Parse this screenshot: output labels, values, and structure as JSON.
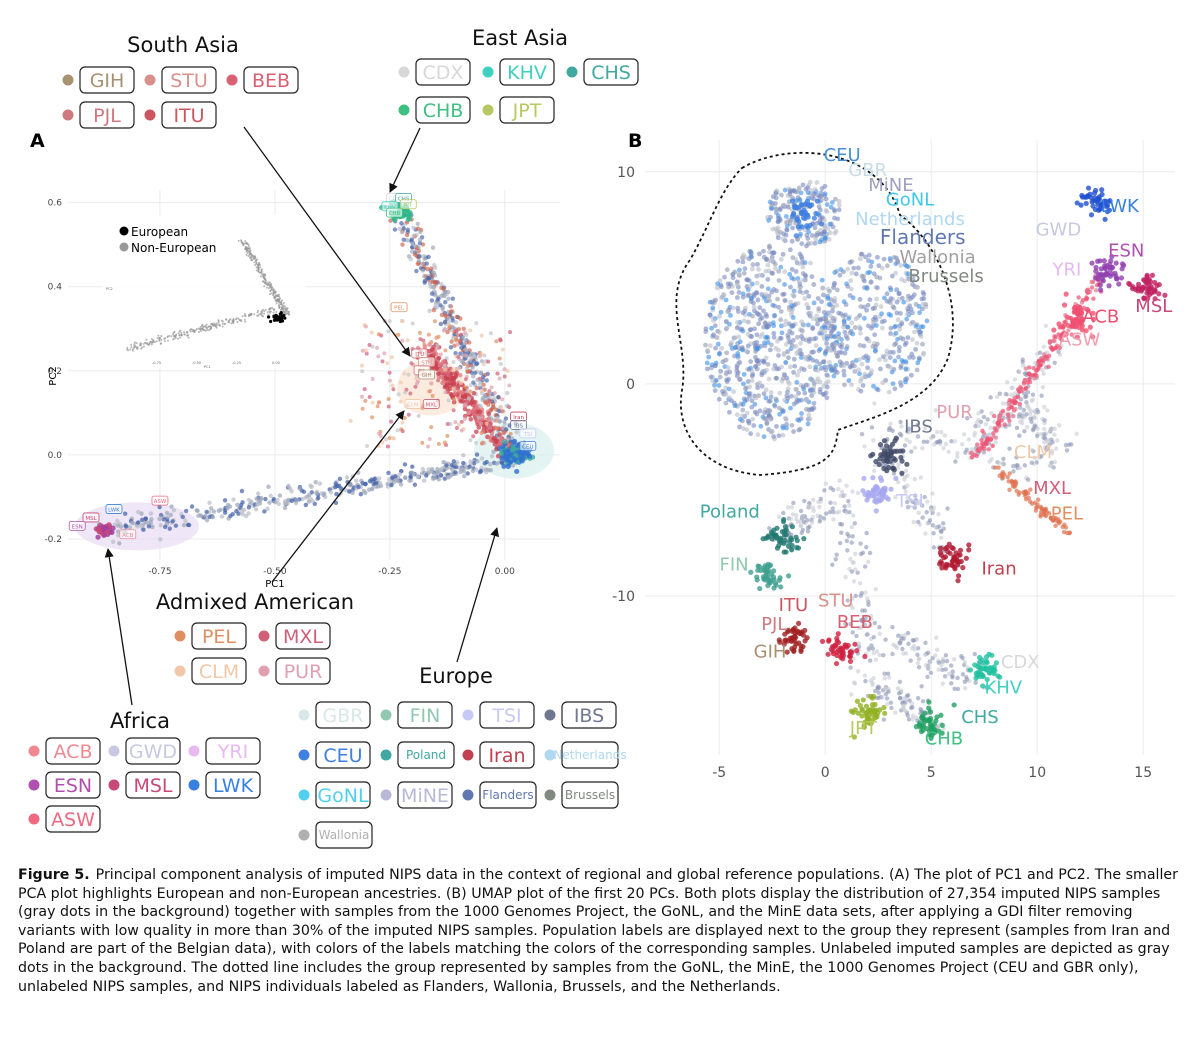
{
  "caption": {
    "label": "Figure 5.",
    "text": "Principal component analysis of imputed NIPS data in the context of regional and global reference populations. (A) The plot of PC1 and PC2. The smaller PCA plot highlights European and non-European ancestries. (B) UMAP plot of the first 20 PCs. Both plots display the distribution of 27,354 imputed NIPS samples (gray dots in the background) together with samples from the 1000 Genomes Project, the GoNL, and the MinE data sets, after applying a GDI filter removing variants with low quality in more than 30% of the imputed NIPS samples. Population labels are displayed next to the group they represent (samples from Iran and Poland are part of the Belgian data), with colors of the labels matching the colors of the corresponding samples. Unlabeled imputed samples are depicted as gray dots in the background. The dotted line includes the group represented by samples from the GoNL, the MinE, the 1000 Genomes Project (CEU and GBR only), unlabeled NIPS samples, and NIPS individuals labeled as Flanders, Wallonia, Brussels, and the Netherlands."
  },
  "panels": {
    "a": "A",
    "b": "B"
  },
  "legend_groups": [
    {
      "title": "South Asia",
      "items": [
        {
          "code": "GIH",
          "color": "#a89070"
        },
        {
          "code": "STU",
          "color": "#d9908a"
        },
        {
          "code": "BEB",
          "color": "#d96070"
        },
        {
          "code": "PJL",
          "color": "#d07880"
        },
        {
          "code": "ITU",
          "color": "#cc5560"
        }
      ]
    },
    {
      "title": "East Asia",
      "items": [
        {
          "code": "CDX",
          "color": "#d8d8d8"
        },
        {
          "code": "KHV",
          "color": "#40d0c0"
        },
        {
          "code": "CHS",
          "color": "#40a8a0"
        },
        {
          "code": "CHB",
          "color": "#40c080"
        },
        {
          "code": "JPT",
          "color": "#b8c860"
        }
      ]
    },
    {
      "title": "Admixed American",
      "items": [
        {
          "code": "PEL",
          "color": "#e09060"
        },
        {
          "code": "MXL",
          "color": "#d06078"
        },
        {
          "code": "CLM",
          "color": "#f0c8a8"
        },
        {
          "code": "PUR",
          "color": "#e0a0b0"
        }
      ]
    },
    {
      "title": "Africa",
      "items": [
        {
          "code": "ACB",
          "color": "#f08890"
        },
        {
          "code": "GWD",
          "color": "#c8c8e0"
        },
        {
          "code": "YRI",
          "color": "#e8b8f0"
        },
        {
          "code": "ESN",
          "color": "#b050b0"
        },
        {
          "code": "MSL",
          "color": "#c84878"
        },
        {
          "code": "LWK",
          "color": "#3880e0"
        },
        {
          "code": "ASW",
          "color": "#f06880"
        }
      ]
    },
    {
      "title": "Europe",
      "items": [
        {
          "code": "GBR",
          "color": "#d8e8e8"
        },
        {
          "code": "FIN",
          "color": "#90c8b0"
        },
        {
          "code": "TSI",
          "color": "#c8c8f8"
        },
        {
          "code": "IBS",
          "color": "#707890"
        },
        {
          "code": "CEU",
          "color": "#4080e0"
        },
        {
          "code": "Poland",
          "color": "#40a8a0"
        },
        {
          "code": "Iran",
          "color": "#c04050"
        },
        {
          "code": "Netherlands",
          "color": "#b0d8f0"
        },
        {
          "code": "GoNL",
          "color": "#50d0f0"
        },
        {
          "code": "MiNE",
          "color": "#b8b8d8"
        },
        {
          "code": "Flanders",
          "color": "#6078b0"
        },
        {
          "code": "Brussels",
          "color": "#808880"
        },
        {
          "code": "Wallonia",
          "color": "#b0b0b0"
        }
      ]
    }
  ],
  "chart_data": [
    {
      "type": "scatter",
      "panel": "A",
      "title": "",
      "xlabel": "PC1",
      "ylabel": "PC2",
      "xlim": [
        -0.95,
        0.12
      ],
      "ylim": [
        -0.25,
        0.63
      ],
      "xticks": [
        "-0.75",
        "-0.50",
        "-0.25",
        "0.00"
      ],
      "xtick_values": [
        -0.75,
        -0.5,
        -0.25,
        0.0
      ],
      "yticks": [
        "0.6",
        "0.4",
        "0.2",
        "0.0",
        "-0.2"
      ],
      "ytick_values": [
        0.6,
        0.4,
        0.2,
        0.0,
        -0.2
      ],
      "grid": true,
      "series_clusters": [
        {
          "name": "East Asia",
          "center": [
            -0.23,
            0.58
          ],
          "color": "#40b890"
        },
        {
          "name": "South Asia",
          "center": [
            -0.15,
            0.24
          ],
          "color": "#c84050"
        },
        {
          "name": "Admixed American",
          "center": [
            -0.16,
            0.13
          ],
          "color": "#f0c8a0"
        },
        {
          "name": "Europe",
          "center": [
            0.02,
            0.0
          ],
          "color": "#4080e0"
        },
        {
          "name": "Africa",
          "center": [
            -0.87,
            -0.18
          ],
          "color": "#b060b0"
        }
      ],
      "inset": {
        "legend": [
          "European",
          "Non-European"
        ],
        "legend_colors": [
          "#000000",
          "#999999"
        ],
        "xticks": [
          "-0.75",
          "-0.50",
          "-0.25",
          "0.00"
        ],
        "yticks": [
          "0.6",
          "0.4",
          "0.2",
          "0.0",
          "-0.2"
        ],
        "xlabel": "PC1",
        "ylabel": "PC2"
      }
    },
    {
      "type": "scatter",
      "panel": "B",
      "title": "",
      "xlabel": "",
      "ylabel": "",
      "xlim": [
        -8.5,
        16.5
      ],
      "ylim": [
        -17.5,
        11.5
      ],
      "xticks": [
        "-5",
        "0",
        "5",
        "10",
        "15"
      ],
      "xtick_values": [
        -5,
        0,
        5,
        10,
        15
      ],
      "yticks": [
        "10",
        "0",
        "-10"
      ],
      "ytick_values": [
        10,
        0,
        -10
      ],
      "grid": true,
      "clusters": [
        {
          "name": "CEU",
          "x": -1.0,
          "y": 8.0,
          "color": "#4080e0"
        },
        {
          "name": "LWK",
          "x": 12.8,
          "y": 8.6,
          "color": "#2050d0"
        },
        {
          "name": "ESN",
          "x": 13.2,
          "y": 5.2,
          "color": "#9040b0"
        },
        {
          "name": "MSL",
          "x": 15.2,
          "y": 4.5,
          "color": "#c02060"
        },
        {
          "name": "ACB",
          "x": 12.0,
          "y": 3.0,
          "color": "#f05070"
        },
        {
          "name": "IBS",
          "x": 3.0,
          "y": -3.5,
          "color": "#404868"
        },
        {
          "name": "TSI",
          "x": 2.5,
          "y": -5.0,
          "color": "#a8a8f0"
        },
        {
          "name": "Poland",
          "x": -2.0,
          "y": -7.3,
          "color": "#207870"
        },
        {
          "name": "FIN",
          "x": -2.8,
          "y": -9.0,
          "color": "#40a090"
        },
        {
          "name": "Iran",
          "x": 6.0,
          "y": -8.3,
          "color": "#b01830"
        },
        {
          "name": "ITU",
          "x": -1.5,
          "y": -12.0,
          "color": "#a02020"
        },
        {
          "name": "BEB",
          "x": 0.8,
          "y": -12.5,
          "color": "#d02040"
        },
        {
          "name": "KHV",
          "x": 7.5,
          "y": -13.5,
          "color": "#20c0a0"
        },
        {
          "name": "CHB",
          "x": 5.0,
          "y": -16.0,
          "color": "#20a060"
        },
        {
          "name": "JPT",
          "x": 2.0,
          "y": -15.5,
          "color": "#90b020"
        }
      ],
      "labels": [
        {
          "text": "CEU",
          "x": 0.8,
          "y": 10.5,
          "color": "#4a90d8"
        },
        {
          "text": "GBR",
          "x": 2.0,
          "y": 9.8,
          "color": "#c8dce8"
        },
        {
          "text": "MiNE",
          "x": 3.1,
          "y": 9.1,
          "color": "#a0a0c0"
        },
        {
          "text": "GoNL",
          "x": 4.0,
          "y": 8.4,
          "color": "#40c8e8"
        },
        {
          "text": "Netherlands",
          "x": 4.0,
          "y": 7.5,
          "color": "#b0d8f0"
        },
        {
          "text": "Flanders",
          "x": 4.6,
          "y": 6.6,
          "color": "#6078b0"
        },
        {
          "text": "Wallonia",
          "x": 5.3,
          "y": 5.7,
          "color": "#a0a0a0"
        },
        {
          "text": "Brussels",
          "x": 5.7,
          "y": 4.8,
          "color": "#808880"
        },
        {
          "text": "LWK",
          "x": 13.9,
          "y": 8.1,
          "color": "#3880e0"
        },
        {
          "text": "GWD",
          "x": 11.0,
          "y": 7.0,
          "color": "#c8c8e0"
        },
        {
          "text": "ESN",
          "x": 14.2,
          "y": 6.0,
          "color": "#b050b0"
        },
        {
          "text": "YRI",
          "x": 11.4,
          "y": 5.1,
          "color": "#e8b8f0"
        },
        {
          "text": "MSL",
          "x": 15.5,
          "y": 3.4,
          "color": "#c84878"
        },
        {
          "text": "ACB",
          "x": 13.0,
          "y": 2.9,
          "color": "#f05070"
        },
        {
          "text": "ASW",
          "x": 12.0,
          "y": 1.8,
          "color": "#f0a0b0"
        },
        {
          "text": "PUR",
          "x": 6.1,
          "y": -1.6,
          "color": "#e0a0b0"
        },
        {
          "text": "IBS",
          "x": 4.4,
          "y": -2.3,
          "color": "#707890"
        },
        {
          "text": "CLM",
          "x": 9.8,
          "y": -3.5,
          "color": "#f0c8a8"
        },
        {
          "text": "TSI",
          "x": 4.0,
          "y": -5.8,
          "color": "#c8c8f8"
        },
        {
          "text": "MXL",
          "x": 10.7,
          "y": -5.2,
          "color": "#d06078"
        },
        {
          "text": "PEL",
          "x": 11.4,
          "y": -6.4,
          "color": "#e09060"
        },
        {
          "text": "Poland",
          "x": -4.5,
          "y": -6.3,
          "color": "#40a8a0"
        },
        {
          "text": "FIN",
          "x": -4.3,
          "y": -8.8,
          "color": "#90c8b0"
        },
        {
          "text": "Iran",
          "x": 8.2,
          "y": -9.0,
          "color": "#c04050"
        },
        {
          "text": "ITU",
          "x": -1.5,
          "y": -10.7,
          "color": "#cc5560"
        },
        {
          "text": "STU",
          "x": 0.5,
          "y": -10.5,
          "color": "#d9908a"
        },
        {
          "text": "PJL",
          "x": -2.4,
          "y": -11.6,
          "color": "#d07880"
        },
        {
          "text": "BEB",
          "x": 1.4,
          "y": -11.5,
          "color": "#d96070"
        },
        {
          "text": "GIH",
          "x": -2.6,
          "y": -12.9,
          "color": "#a89070"
        },
        {
          "text": "CDX",
          "x": 9.2,
          "y": -13.4,
          "color": "#d8d8d8"
        },
        {
          "text": "KHV",
          "x": 8.4,
          "y": -14.6,
          "color": "#40d0c0"
        },
        {
          "text": "CHS",
          "x": 7.3,
          "y": -16.0,
          "color": "#40a8a0"
        },
        {
          "text": "JPT",
          "x": 1.8,
          "y": -16.5,
          "color": "#b8c860"
        },
        {
          "text": "CHB",
          "x": 5.6,
          "y": -17.0,
          "color": "#40c080"
        }
      ]
    }
  ]
}
